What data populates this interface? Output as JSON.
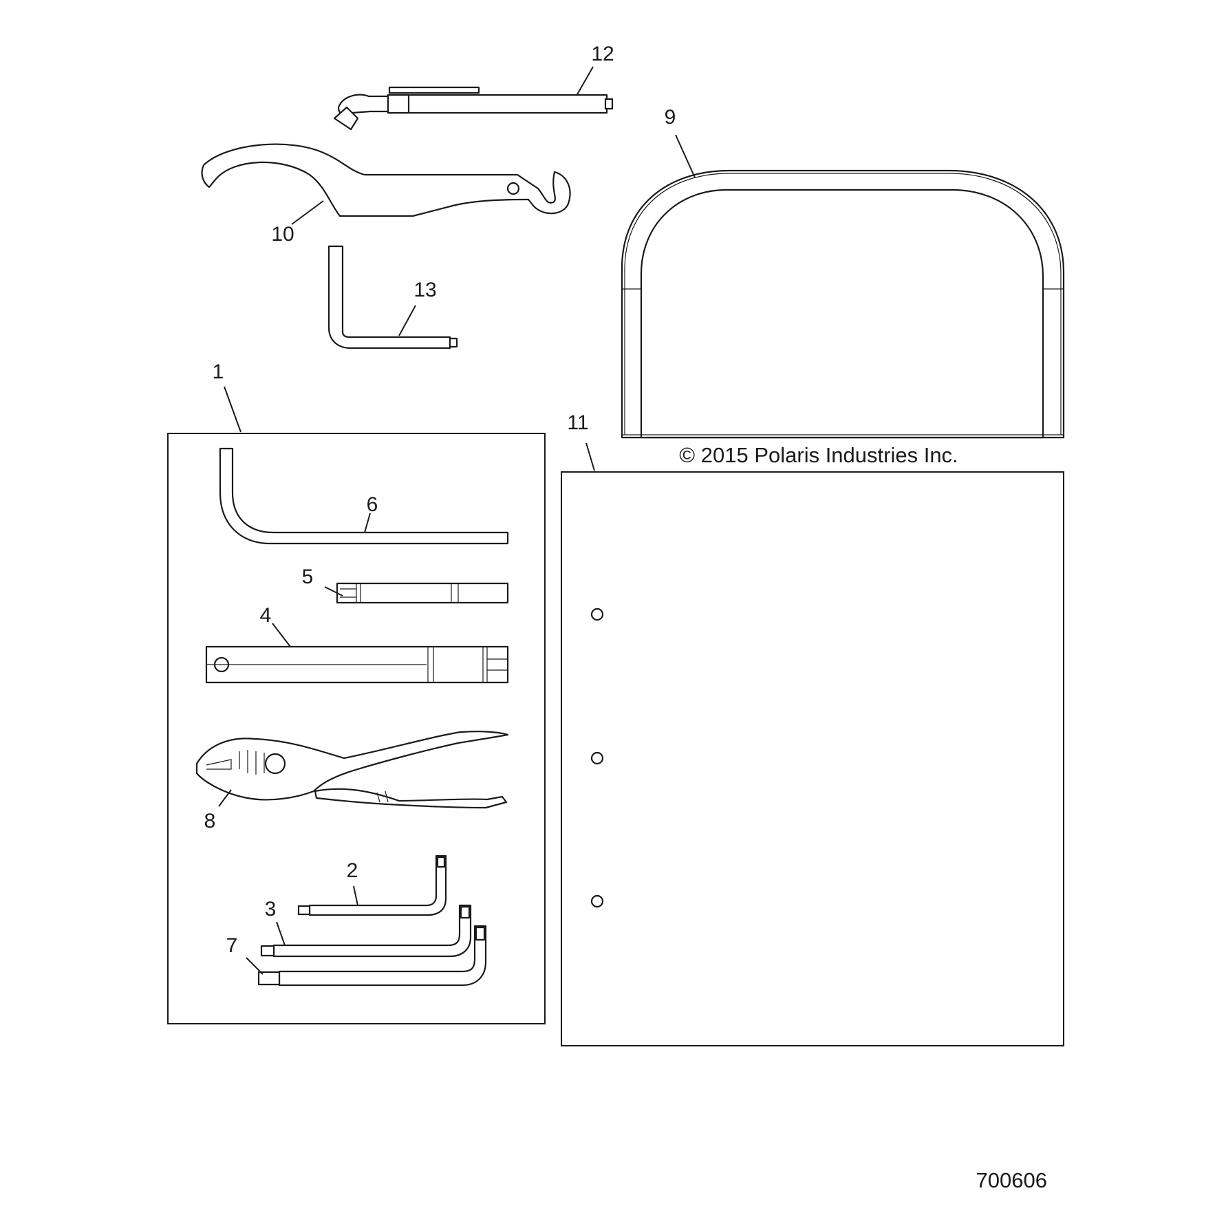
{
  "copyright": "© 2015 Polaris Industries Inc.",
  "drawing_number": "700606",
  "callouts": {
    "c1": "1",
    "c2": "2",
    "c3": "3",
    "c4": "4",
    "c5": "5",
    "c6": "6",
    "c7": "7",
    "c8": "8",
    "c9": "9",
    "c10": "10",
    "c11": "11",
    "c12": "12",
    "c13": "13"
  }
}
